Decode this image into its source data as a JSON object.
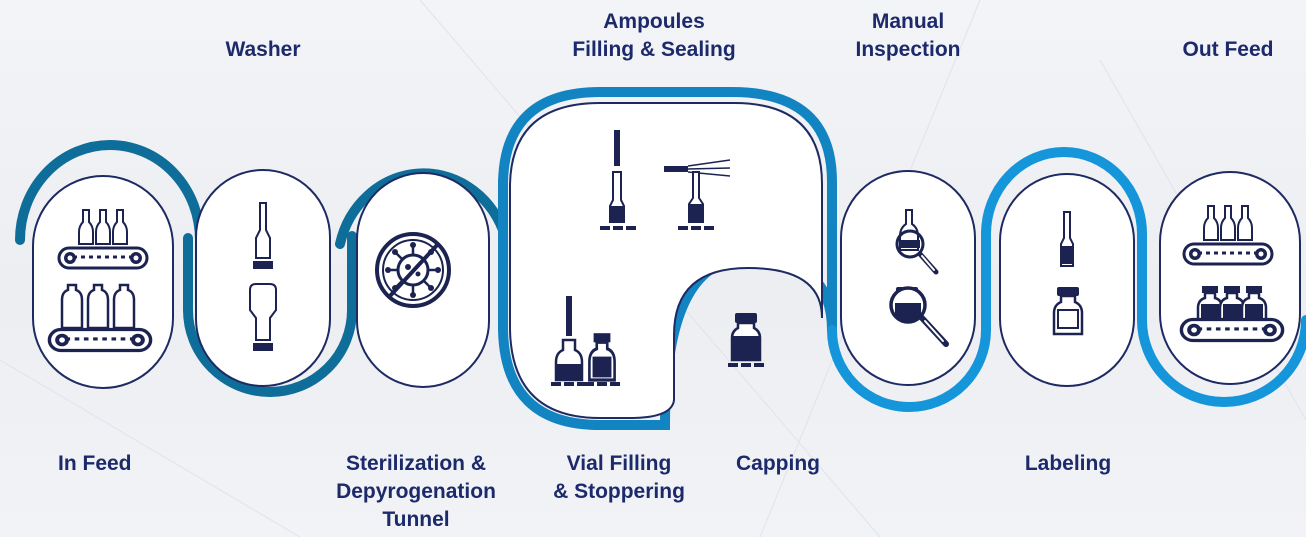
{
  "colors": {
    "flow_dark": "#0f6d99",
    "flow_mid": "#1384c2",
    "flow_light": "#1596da",
    "capsule_fill": "#ffffff",
    "capsule_outline": "#1e2a62",
    "icon": "#1c2350",
    "label_text": "#1c2a6b"
  },
  "stages": [
    {
      "id": "in-feed",
      "label_lines": [
        "In Feed"
      ],
      "icon": "conveyor-bottles-icon"
    },
    {
      "id": "washer",
      "label_lines": [
        "Washer"
      ],
      "icon": "washer-nozzle-icon"
    },
    {
      "id": "sterilization",
      "label_lines": [
        "Sterilization &",
        "Depyrogenation",
        "Tunnel"
      ],
      "icon": "no-virus-icon"
    },
    {
      "id": "ampoules",
      "label_lines": [
        "Ampoules",
        "Filling & Sealing"
      ],
      "icon": "ampoule-filling-icon"
    },
    {
      "id": "vial-filling",
      "label_lines": [
        "Vial Filling",
        "& Stoppering"
      ],
      "icon": "vial-filling-icon"
    },
    {
      "id": "capping",
      "label_lines": [
        "Capping"
      ],
      "icon": "capped-vial-icon"
    },
    {
      "id": "inspection",
      "label_lines": [
        "Manual",
        "Inspection"
      ],
      "icon": "magnifier-inspection-icon"
    },
    {
      "id": "labeling",
      "label_lines": [
        "Labeling"
      ],
      "icon": "labeled-vial-icon"
    },
    {
      "id": "out-feed",
      "label_lines": [
        "Out Feed"
      ],
      "icon": "conveyor-vials-icon"
    }
  ]
}
